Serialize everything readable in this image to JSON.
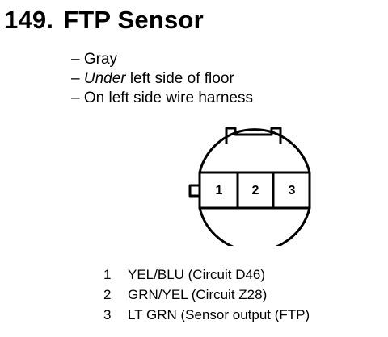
{
  "header": {
    "number": "149.",
    "title": "FTP Sensor"
  },
  "notes": [
    {
      "text": "Gray",
      "italic_part": "",
      "rest": ""
    },
    {
      "text": "",
      "italic_part": "Under",
      "rest": " left side of floor"
    },
    {
      "text": "On left side wire harness",
      "italic_part": "",
      "rest": ""
    }
  ],
  "connector": {
    "cavities": [
      "1",
      "2",
      "3"
    ]
  },
  "pins": [
    {
      "number": "1",
      "description": "YEL/BLU (Circuit D46)"
    },
    {
      "number": "2",
      "description": "GRN/YEL (Circuit Z28)"
    },
    {
      "number": "3",
      "description": "LT GRN (Sensor output (FTP)"
    }
  ]
}
